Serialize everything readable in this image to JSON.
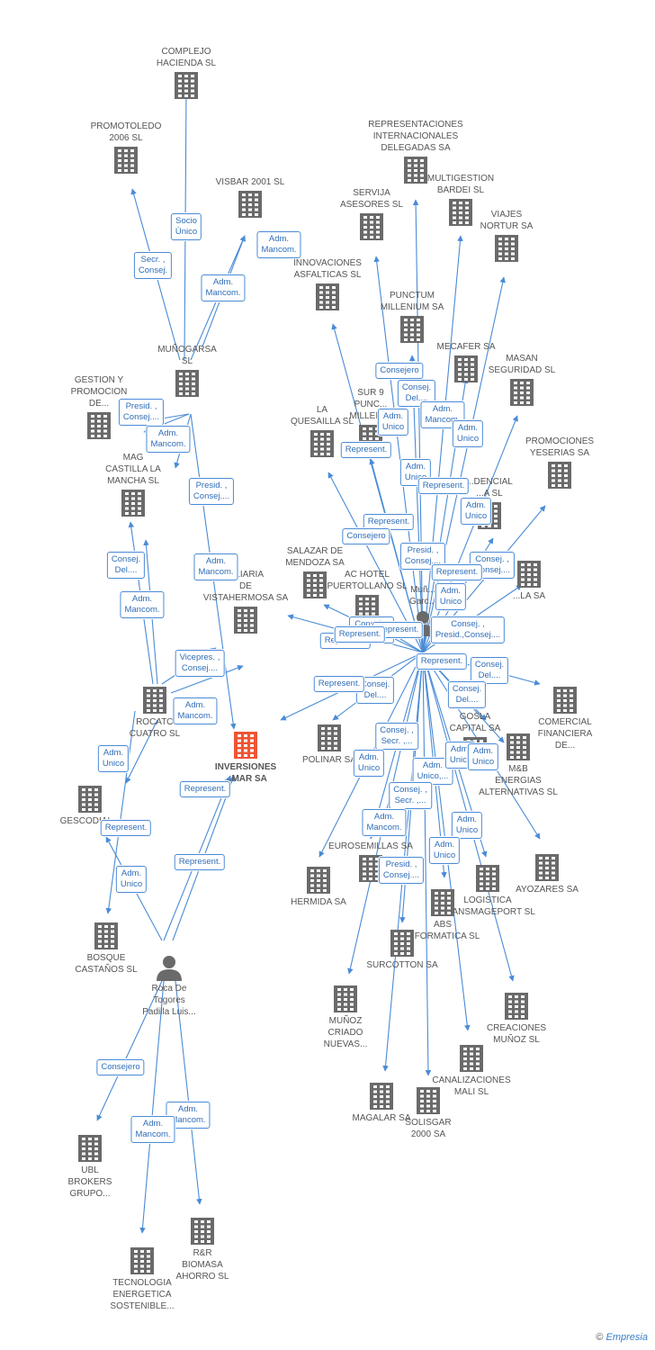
{
  "colors": {
    "edge": "#4a8bd6",
    "company": "#6a6a6a",
    "main": "#ee5533",
    "person": "#6a6a6a"
  },
  "brand": {
    "copyright": "©",
    "name": "Empresia"
  },
  "nodes": [
    {
      "id": "complejo",
      "type": "company",
      "label": "COMPLEJO\nHACIENDA  SL"
    },
    {
      "id": "promotoledo",
      "type": "company",
      "label": "PROMOTOLEDO\n2006 SL"
    },
    {
      "id": "visbar",
      "type": "company",
      "label": "VISBAR 2001 SL"
    },
    {
      "id": "munogarsa",
      "type": "company",
      "label": "MUÑOGARSA\nSL"
    },
    {
      "id": "gestion",
      "type": "company",
      "label": "GESTION Y\nPROMOCION\nDE..."
    },
    {
      "id": "mag",
      "type": "company",
      "label": "MAG\nCASTILLA LA\nMANCHA SL"
    },
    {
      "id": "vistahermosa",
      "type": "company",
      "label": "...LIARIA\nDE\nVISTAHERMOSA SA"
    },
    {
      "id": "rocato",
      "type": "company",
      "label": "ROCATO\nCUATRO  SL"
    },
    {
      "id": "main",
      "type": "main",
      "label": "INVERSIONES\n...MAR SA"
    },
    {
      "id": "gescodial",
      "type": "company",
      "label": "GESCODIAL..."
    },
    {
      "id": "bosque",
      "type": "company",
      "label": "BOSQUE\nCASTAÑOS SL"
    },
    {
      "id": "roca",
      "type": "person",
      "label": "Roca De\nTogores\nPadilla Luis..."
    },
    {
      "id": "ubl",
      "type": "company",
      "label": "UBL\nBROKERS\nGRUPO..."
    },
    {
      "id": "tecnologia",
      "type": "company",
      "label": "TECNOLOGIA\nENERGETICA\nSOSTENIBLE..."
    },
    {
      "id": "rr",
      "type": "company",
      "label": "R&R\nBIOMASA\nAHORRO SL"
    },
    {
      "id": "representaciones",
      "type": "company",
      "label": "REPRESENTACIONES\nINTERNACIONALES\nDELEGADAS SA"
    },
    {
      "id": "multigestion",
      "type": "company",
      "label": "MULTIGESTION\nBARDEI  SL"
    },
    {
      "id": "servija",
      "type": "company",
      "label": "SERVIJA\nASESORES  SL"
    },
    {
      "id": "viajes",
      "type": "company",
      "label": "VIAJES\nNORTUR SA"
    },
    {
      "id": "innovaciones",
      "type": "company",
      "label": "INNOVACIONES\nASFALTICAS SL"
    },
    {
      "id": "punctum",
      "type": "company",
      "label": "PUNCTUM\nMILLENIUM SA"
    },
    {
      "id": "mecafer",
      "type": "company",
      "label": "MECAFER SA"
    },
    {
      "id": "masan",
      "type": "company",
      "label": "MASAN\nSEGURIDAD SL"
    },
    {
      "id": "quesailla",
      "type": "company",
      "label": "LA\nQUESAILLA SL"
    },
    {
      "id": "sur9",
      "type": "company",
      "label": "SUR 9\nPUNC...\nMILLENI..."
    },
    {
      "id": "promociones",
      "type": "company",
      "label": "PROMOCIONES\nYESERIAS SA"
    },
    {
      "id": "dencial",
      "type": "company",
      "label": "...DENCIAL\n...A SL"
    },
    {
      "id": "salazar",
      "type": "company",
      "label": "SALAZAR DE\nMENDOZA SA"
    },
    {
      "id": "achotel",
      "type": "company",
      "label": "AC HOTEL\nPUERTOLLANO SL"
    },
    {
      "id": "lasa",
      "type": "company",
      "label": "...LA SA"
    },
    {
      "id": "munozgarcia",
      "type": "person",
      "label": "Muñ...\nGarc..."
    },
    {
      "id": "comercial",
      "type": "company",
      "label": "COMERCIAL\nFINANCIERA\nDE..."
    },
    {
      "id": "gosla",
      "type": "company",
      "label": "GOSLA\nCAPITAL SA"
    },
    {
      "id": "polinar",
      "type": "company",
      "label": "POLINAR SA"
    },
    {
      "id": "mb",
      "type": "company",
      "label": "M&B\nENERGIAS\nALTERNATIVAS SL"
    },
    {
      "id": "eurosemillas",
      "type": "company",
      "label": "EUROSEMILLAS SA"
    },
    {
      "id": "ayozares",
      "type": "company",
      "label": "AYOZARES SA"
    },
    {
      "id": "hermida",
      "type": "company",
      "label": "HERMIDA SA"
    },
    {
      "id": "logistica",
      "type": "company",
      "label": "LOGISTICA\nTRANSMAGEPORT SL"
    },
    {
      "id": "abs",
      "type": "company",
      "label": "ABS\nINFORMATICA SL"
    },
    {
      "id": "surcotton",
      "type": "company",
      "label": "SURCOTTON SA"
    },
    {
      "id": "munozcriado",
      "type": "company",
      "label": "MUÑOZ\nCRIADO\nNUEVAS..."
    },
    {
      "id": "creaciones",
      "type": "company",
      "label": "CREACIONES\nMUÑOZ SL"
    },
    {
      "id": "canalizaciones",
      "type": "company",
      "label": "CANALIZACIONES\nMALI SL"
    },
    {
      "id": "magalar",
      "type": "company",
      "label": "MAGALAR SA"
    },
    {
      "id": "solisgar",
      "type": "company",
      "label": "SOLISGAR\n2000 SA"
    }
  ],
  "relations": [
    "Socio\nÚnico",
    "Secr. ,\nConsej.",
    "Adm.\nMancom.",
    "Adm.\nMancom.",
    "Presid. ,\nConsej....",
    "Adm.\nMancom.",
    "Presid. ,\nConsej....",
    "Adm.\nMancom.",
    "Consej.\nDel....",
    "Adm.\nMancom.",
    "Vicepres. ,\nConsej....",
    "Adm.\nMancom.",
    "Adm.\nUnico",
    "Represent.",
    "Adm.\nUnico",
    "Represent.",
    "Represent.",
    "Consejero",
    "Adm.\nMancom.",
    "Adm.\nMancom.",
    "Consejero",
    "Consej.\nDel....",
    "Adm.\nUnico",
    "Adm.\nMancom.",
    "Adm.\nUnico",
    "Represent.",
    "Adm.\nUnico",
    "Represent.",
    "Adm.\nUnico",
    "Represent.",
    "Consejero",
    "Presid. ,\nConsej....",
    "Consej. ,\nConsej....",
    "Represent.",
    "Adm.\nUnico",
    "Consej. ,\nConsej....",
    "Consej. ,\nPresid.,Consej....",
    "Represent.",
    "Represent.",
    "Consej.\nDel....",
    "Consej.\nDel....",
    "Represent.",
    "Consej.\nDel....",
    "Consej. ,\nSecr. ,...",
    "Adm.\nUnico",
    "Adm.\nUnico,...",
    "Adm.\nUnico",
    "Adm.\nUnico",
    "Consej. ,\nSecr. ,...",
    "Adm.\nMancom.",
    "Adm.\nUnico",
    "Adm.\nUnico",
    "Presid. ,\nConsej....",
    "Represent.",
    "Represent."
  ]
}
